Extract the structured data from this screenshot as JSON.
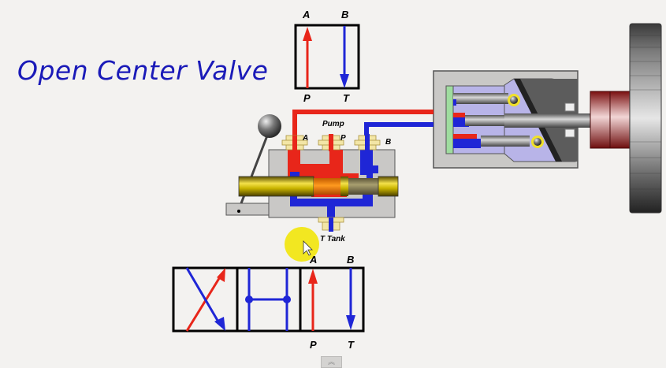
{
  "title": "Open Center Valve",
  "top_symbol": {
    "labels": {
      "top_left": "A",
      "top_right": "B",
      "bottom_left": "P",
      "bottom_right": "T"
    }
  },
  "valve_body": {
    "port_labels": {
      "a": "A",
      "pump": "Pump",
      "p": "P",
      "b": "B",
      "tank": "T Tank"
    }
  },
  "bottom_symbol": {
    "labels": {
      "top_left": "A",
      "top_right": "B",
      "bottom_left": "P",
      "bottom_right": "T"
    }
  },
  "colors": {
    "pressure": "#e8261a",
    "return": "#1f26d6",
    "title": "#1a1ab8",
    "body": "#c9c8c6",
    "spool": "#c9b400"
  },
  "scroll_top_button": {
    "icon": "double-chevron-up-icon",
    "glyph": "︽"
  }
}
